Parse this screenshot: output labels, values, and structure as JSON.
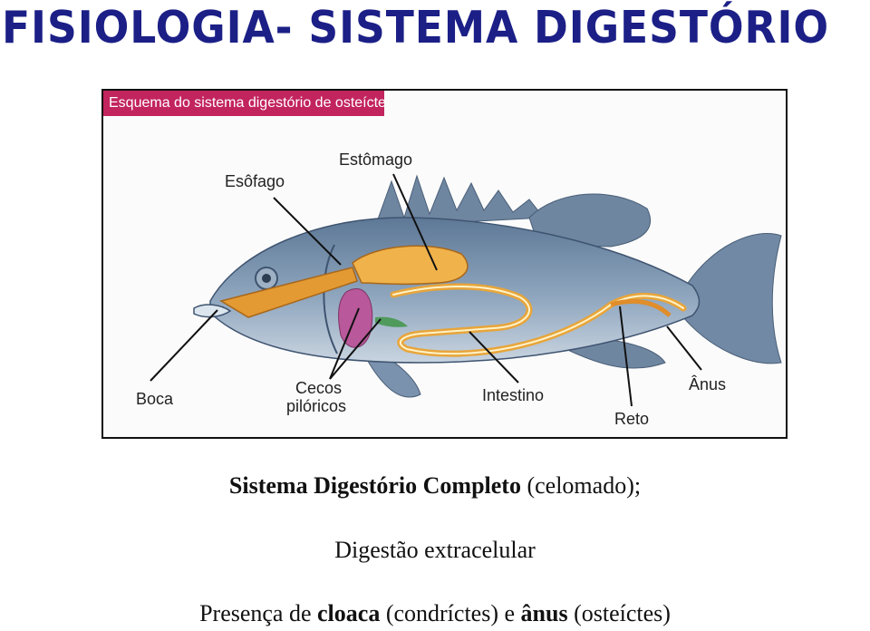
{
  "page": {
    "title": "FISIOLOGIA- SISTEMA DIGESTÓRIO"
  },
  "figure": {
    "banner": "Esquema do sistema digestório de osteícte",
    "labels": {
      "esofago": "Esôfago",
      "estomago": "Estômago",
      "boca": "Boca",
      "cecos_1": "Cecos",
      "cecos_2": "pilóricos",
      "intestino": "Intestino",
      "anus": "Ânus",
      "reto": "Reto"
    },
    "colors": {
      "body": "#7a92ad",
      "fins": "#6f86a1",
      "digestive_tract": "#e8a53a",
      "ceca": "#b9589a",
      "banner": "#c2245e"
    }
  },
  "captions": {
    "line1_bold": "Sistema Digestório Completo",
    "line1_rest": " (celomado);",
    "line2": "Digestão extracelular",
    "line3_a": "Presença de ",
    "line3_b": "cloaca",
    "line3_c": " (condríctes) e ",
    "line3_d": "ânus",
    "line3_e": " (osteíctes)"
  }
}
